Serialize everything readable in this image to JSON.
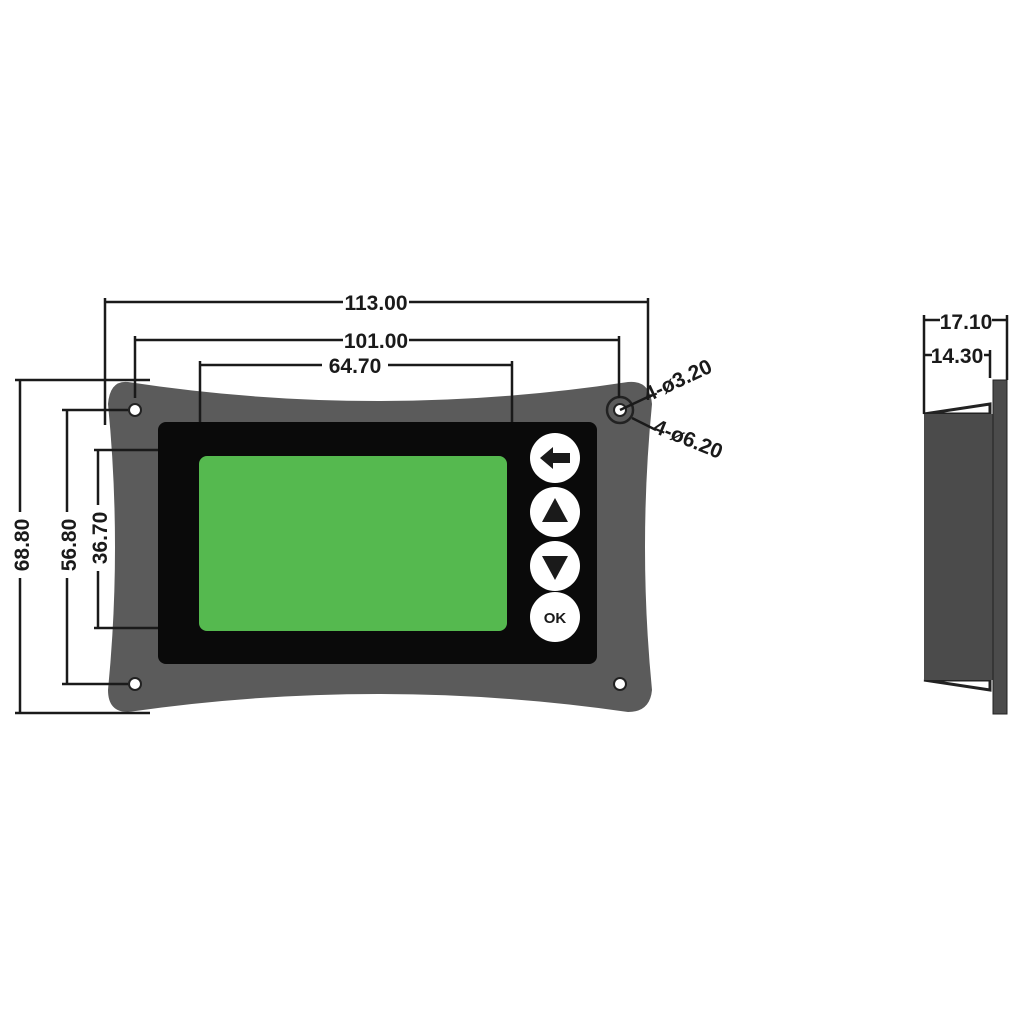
{
  "title": "Panel meter dimension drawing",
  "colors": {
    "plate": "#5b5b5b",
    "bezel": "#0a0a0a",
    "screen": "#55b94f",
    "button": "#ffffff",
    "side_body": "#4b4b4b"
  },
  "front_view": {
    "dimensions": {
      "overall_width": "113.00",
      "hole_spacing_width": "101.00",
      "screen_width": "64.70",
      "overall_height": "68.80",
      "hole_spacing_height": "56.80",
      "screen_height": "36.70"
    },
    "hole_notes": {
      "small": "4-ø3.20",
      "large": "4-ø6.20"
    },
    "buttons": [
      {
        "icon": "arrow-left-icon"
      },
      {
        "icon": "triangle-up-icon"
      },
      {
        "icon": "triangle-down-icon"
      },
      {
        "label": "OK"
      }
    ]
  },
  "side_view": {
    "dimensions": {
      "total_depth": "17.10",
      "body_depth": "14.30"
    }
  }
}
